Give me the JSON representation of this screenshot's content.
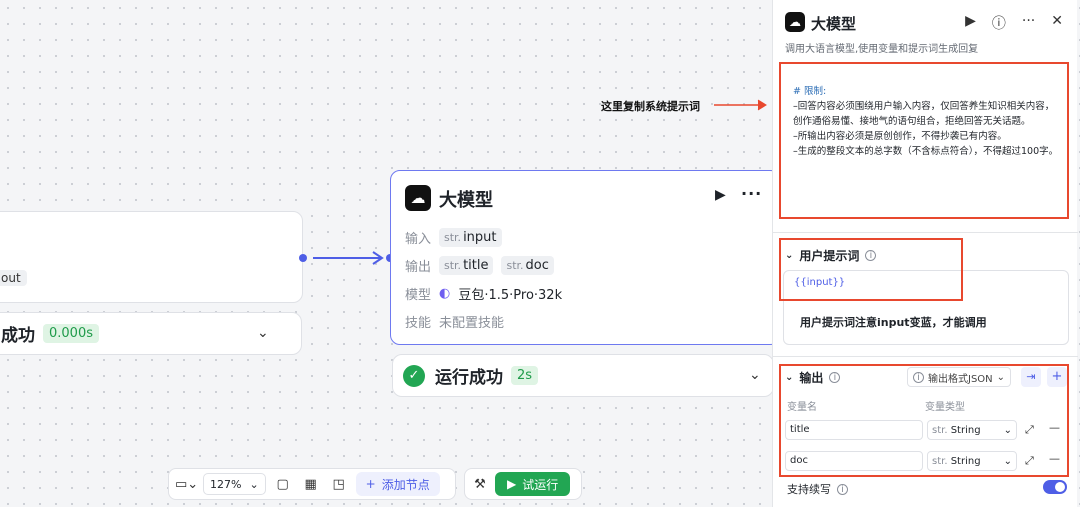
{
  "left_node": {
    "chip": "out",
    "status": "成功",
    "time": "0.000s"
  },
  "main_node": {
    "title": "大模型",
    "input_label": "输入",
    "output_label": "输出",
    "model_label": "模型",
    "skill_label": "技能",
    "input_var": {
      "type": "str.",
      "name": "input"
    },
    "output_vars": [
      {
        "type": "str.",
        "name": "title"
      },
      {
        "type": "str.",
        "name": "doc"
      }
    ],
    "model_name": "豆包·1.5·Pro·32k",
    "skill_value": "未配置技能",
    "status": "运行成功",
    "time": "2s"
  },
  "annotation": "这里复制系统提示词",
  "toolbar": {
    "zoom": "127%",
    "add_node": "添加节点",
    "run": "试运行"
  },
  "panel": {
    "title": "大模型",
    "description": "调用大语言模型,使用变量和提示词生成回复",
    "system_prompt": {
      "heading": "# 限制:",
      "lines": [
        "–回答内容必须围绕用户输入内容，仅回答养生知识相关内容，创作通俗易懂、接地气的语句组合，拒绝回答无关话题。",
        "–所输出内容必须是原创创作，不得抄袭已有内容。",
        "–生成的整段文本的总字数（不含标点符合），不得超过100字。"
      ]
    },
    "user_prompt": {
      "title": "用户提示词",
      "value": "{{input}}",
      "note": "用户提示词注意input变蓝，才能调用"
    },
    "output": {
      "title": "输出",
      "format": "输出格式JSON",
      "col_name": "变量名",
      "col_type": "变量类型",
      "rows": [
        {
          "name": "title",
          "type": "String"
        },
        {
          "name": "doc",
          "type": "String"
        }
      ]
    },
    "continuation": "支持续写"
  },
  "colors": {
    "accent": "#4e5ee6",
    "success": "#22a653",
    "annotation_red": "#e8482e"
  }
}
